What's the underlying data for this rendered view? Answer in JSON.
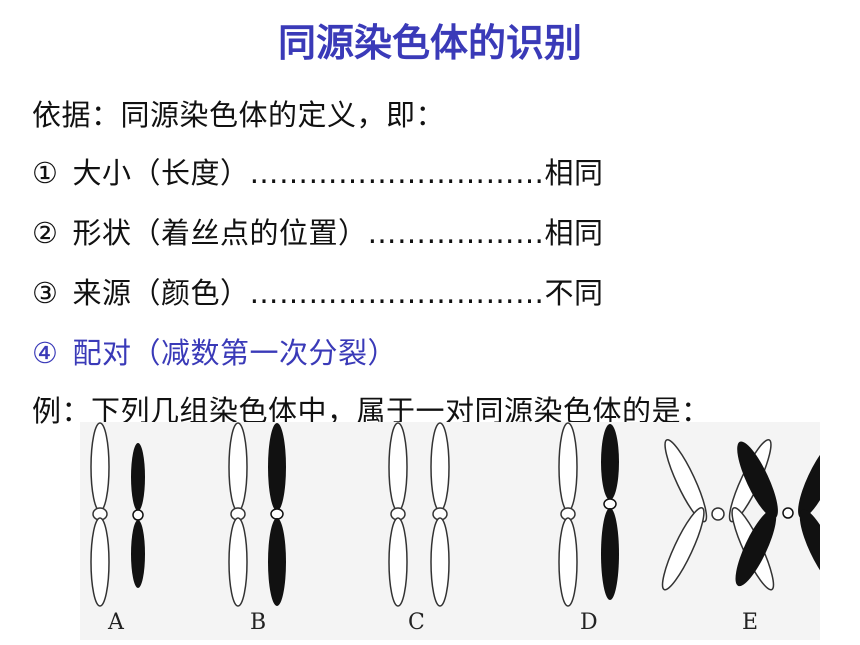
{
  "title": "同源染色体的识别",
  "basis": "依据：同源染色体的定义，即：",
  "criteria": [
    {
      "num": "①",
      "text": "大小（长度）…………………………相同"
    },
    {
      "num": "②",
      "text": "形状（着丝点的位置）………………相同"
    },
    {
      "num": "③",
      "text": "来源（颜色）…………………………不同"
    },
    {
      "num": "④",
      "text": "配对（减数第一次分裂）"
    }
  ],
  "question": "例：下列几组染色体中，属于一对同源染色体的是：",
  "options": [
    "A",
    "B",
    "C",
    "D",
    "E"
  ]
}
